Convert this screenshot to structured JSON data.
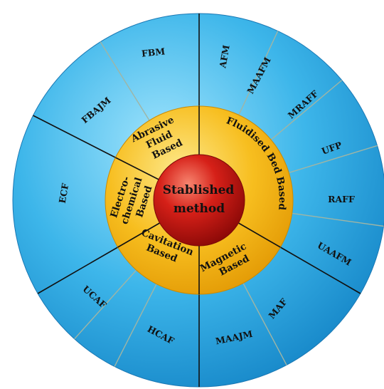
{
  "center": {
    "lines": [
      "Stablished",
      "method"
    ]
  },
  "categories": [
    {
      "id": "abrasive",
      "lines": [
        "Abrasive",
        "Fluid",
        "Based"
      ]
    },
    {
      "id": "fluidised",
      "lines": [
        "Fluidised Bed Based"
      ]
    },
    {
      "id": "magnetic",
      "lines": [
        "Magnetic",
        "Based"
      ]
    },
    {
      "id": "cavitation",
      "lines": [
        "Cavitation",
        "Based"
      ]
    },
    {
      "id": "electrochemical",
      "lines": [
        "Electro-",
        "chemical",
        "Based"
      ]
    }
  ],
  "methods": {
    "fbajm": "FBAJM",
    "fbm": "FBM",
    "afm": "AFM",
    "maafm": "MAAFM",
    "mraff": "MRAFF",
    "ufp": "UFP",
    "raff": "RAFF",
    "uaafm": "UAAFM",
    "maf": "MAF",
    "maajm": "MAAJM",
    "hcaf": "HCAF",
    "ucaf": "UCAF",
    "ecf": "ECF"
  },
  "colors": {
    "outer_ring": "#29a9e1",
    "outer_ring_light": "#8fdcfb",
    "middle_ring": "#f6b40f",
    "middle_ring_light": "#fde27a",
    "center": "#d31616",
    "center_light": "#f06a5a",
    "divider_major": "#111111",
    "divider_minor": "#9fb5a5"
  }
}
